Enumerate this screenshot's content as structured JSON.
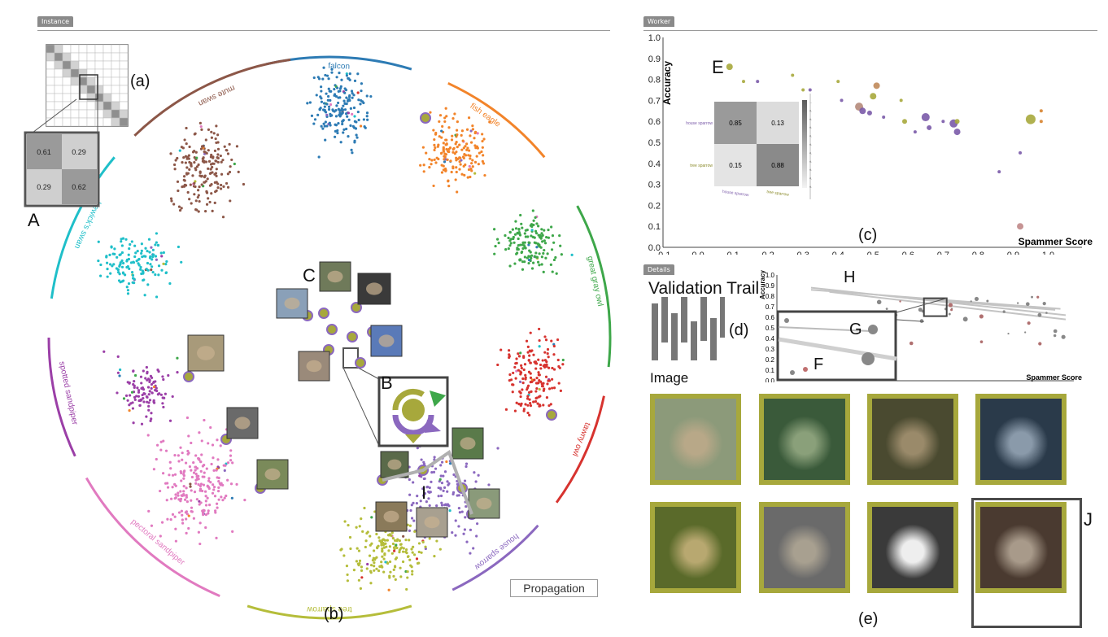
{
  "panels": {
    "instance_tag": "Instance",
    "worker_tag": "Worker",
    "details_tag": "Details"
  },
  "instance": {
    "matrix_label": "(a)",
    "matrix_values": [
      "0.61",
      "0.29",
      "0.29",
      "0.62"
    ],
    "letter_A": "A",
    "letter_B": "B",
    "letter_C": "C",
    "letter_I": "I",
    "sub_b": "(b)",
    "propagation_button": "Propagation",
    "classes": [
      {
        "name": "falcon",
        "color": "#2d7bb4"
      },
      {
        "name": "fish eagle",
        "color": "#f2842a"
      },
      {
        "name": "great gray owl",
        "color": "#3ea74a"
      },
      {
        "name": "tawny owl",
        "color": "#d7332f"
      },
      {
        "name": "house sparrow",
        "color": "#8b68bf"
      },
      {
        "name": "tree sparrow",
        "color": "#b5bd3a"
      },
      {
        "name": "pectoral sandpiper",
        "color": "#e17ac0"
      },
      {
        "name": "spotted sandpiper",
        "color": "#9b3fa7"
      },
      {
        "name": "bewick's swan",
        "color": "#1fbfc9"
      },
      {
        "name": "mute swan",
        "color": "#8c5748"
      }
    ]
  },
  "worker": {
    "letter_E": "E",
    "letter_D": "D",
    "sub_c": "(c)",
    "confusion": {
      "rows": [
        "house sparrow",
        "tree sparrow"
      ],
      "cols": [
        "house sparrow",
        "tree sparrow"
      ],
      "values": [
        "0.85",
        "0.13",
        "0.15",
        "0.88"
      ],
      "scale_ticks": [
        "1.0",
        "0.9",
        "0.8",
        "0.7",
        "0.6",
        "0.5",
        "0.4",
        "0.3",
        "0.2",
        "0.1",
        "0.0"
      ],
      "close": "×"
    },
    "chart_data": {
      "type": "scatter",
      "xlabel": "Spammer Score",
      "ylabel": "Accuracy",
      "xlim": [
        -0.1,
        1.05
      ],
      "ylim": [
        0.0,
        1.0
      ],
      "x_ticks": [
        "-0.1",
        "0.0",
        "0.1",
        "0.2",
        "0.3",
        "0.4",
        "0.5",
        "0.6",
        "0.7",
        "0.8",
        "0.9",
        "1.0"
      ],
      "y_ticks": [
        "1.0",
        "0.9",
        "0.8",
        "0.7",
        "0.6",
        "0.5",
        "0.4",
        "0.3",
        "0.2",
        "0.1",
        "0.0"
      ],
      "points": [
        {
          "x": 0.09,
          "y": 0.86,
          "r": 4,
          "c": "#a7a83c"
        },
        {
          "x": 0.13,
          "y": 0.79,
          "r": 2,
          "c": "#a7a83c"
        },
        {
          "x": 0.17,
          "y": 0.79,
          "r": 2,
          "c": "#7a5aa8"
        },
        {
          "x": 0.27,
          "y": 0.82,
          "r": 2,
          "c": "#a7a83c"
        },
        {
          "x": 0.3,
          "y": 0.75,
          "r": 2,
          "c": "#a7a83c"
        },
        {
          "x": 0.32,
          "y": 0.75,
          "r": 2,
          "c": "#7a5aa8"
        },
        {
          "x": 0.4,
          "y": 0.79,
          "r": 2,
          "c": "#a7a83c"
        },
        {
          "x": 0.41,
          "y": 0.7,
          "r": 2,
          "c": "#7a5aa8"
        },
        {
          "x": 0.46,
          "y": 0.67,
          "r": 5,
          "c": "#b58a7a"
        },
        {
          "x": 0.47,
          "y": 0.65,
          "r": 4,
          "c": "#7a5aa8"
        },
        {
          "x": 0.49,
          "y": 0.64,
          "r": 3,
          "c": "#7a5aa8"
        },
        {
          "x": 0.5,
          "y": 0.72,
          "r": 4,
          "c": "#a7a83c"
        },
        {
          "x": 0.51,
          "y": 0.77,
          "r": 4,
          "c": "#c08a5a"
        },
        {
          "x": 0.53,
          "y": 0.62,
          "r": 2,
          "c": "#7a5aa8"
        },
        {
          "x": 0.58,
          "y": 0.7,
          "r": 2,
          "c": "#a7a83c"
        },
        {
          "x": 0.59,
          "y": 0.6,
          "r": 3,
          "c": "#a7a83c"
        },
        {
          "x": 0.62,
          "y": 0.55,
          "r": 2,
          "c": "#7a5aa8"
        },
        {
          "x": 0.65,
          "y": 0.62,
          "r": 5,
          "c": "#7a5aa8"
        },
        {
          "x": 0.66,
          "y": 0.57,
          "r": 3,
          "c": "#7a5aa8"
        },
        {
          "x": 0.7,
          "y": 0.6,
          "r": 2,
          "c": "#7a5aa8"
        },
        {
          "x": 0.73,
          "y": 0.59,
          "r": 5,
          "c": "#7a5aa8"
        },
        {
          "x": 0.74,
          "y": 0.55,
          "r": 4,
          "c": "#7a5aa8"
        },
        {
          "x": 0.74,
          "y": 0.6,
          "r": 3,
          "c": "#a7a83c"
        },
        {
          "x": 0.86,
          "y": 0.36,
          "r": 2,
          "c": "#7a5aa8"
        },
        {
          "x": 0.92,
          "y": 0.45,
          "r": 2,
          "c": "#7a5aa8"
        },
        {
          "x": 0.92,
          "y": 0.1,
          "r": 4,
          "c": "#c08888"
        },
        {
          "x": 0.95,
          "y": 0.61,
          "r": 6,
          "c": "#a7a83c"
        },
        {
          "x": 0.98,
          "y": 0.65,
          "r": 2,
          "c": "#d7832f"
        },
        {
          "x": 0.98,
          "y": 0.6,
          "r": 2,
          "c": "#d7832f"
        }
      ]
    }
  },
  "details": {
    "validation_trail_title": "Validation Trail",
    "sub_d": "(d)",
    "image_title": "Image",
    "letter_H": "H",
    "letter_G": "G",
    "letter_F": "F",
    "letter_J": "J",
    "sub_e": "(e)",
    "trail_chart": {
      "type": "scatter",
      "xlabel": "Spammer Score",
      "ylabel": "Accuracy",
      "x_ticks": [
        "-0.1",
        "0.0",
        "0.1",
        "0.2",
        "0.3",
        "0.4",
        "0.5",
        "0.6",
        "0.7",
        "0.8",
        "0.9",
        "1.0"
      ],
      "y_ticks": [
        "1.0",
        "0.9",
        "0.8",
        "0.7",
        "0.6",
        "0.5",
        "0.4",
        "0.3",
        "0.2",
        "0.1",
        "0.0"
      ]
    }
  }
}
